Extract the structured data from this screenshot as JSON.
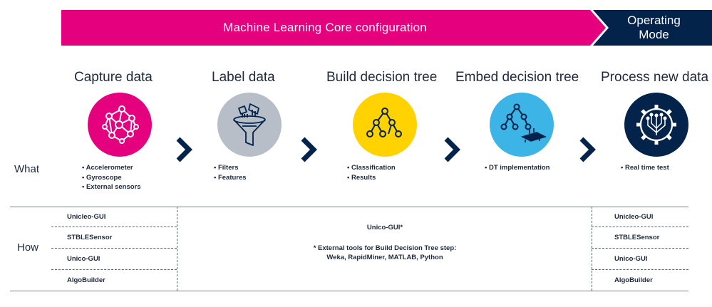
{
  "banner": {
    "configuration_label": "Machine Learning Core configuration",
    "mode_line1": "Operating",
    "mode_line2": "Mode",
    "config_color": "#e5007e",
    "mode_color": "#03234b"
  },
  "rows": {
    "what_label": "What",
    "how_label": "How"
  },
  "stages": [
    {
      "title": "Capture data",
      "icon": "network-nodes-icon",
      "color": "#e5007e",
      "bullets": [
        "Accelerometer",
        "Gyroscope",
        "External sensors"
      ]
    },
    {
      "title": "Label data",
      "icon": "filter-funnel-icon",
      "color": "#b8bec8",
      "bullets": [
        "Filters",
        "Features"
      ]
    },
    {
      "title": "Build decision tree",
      "icon": "decision-tree-icon",
      "color": "#ffd200",
      "bullets": [
        "Classification",
        "Results"
      ]
    },
    {
      "title": "Embed decision tree",
      "icon": "embedded-tree-chip-icon",
      "color": "#3cb4e6",
      "bullets": [
        "DT implementation"
      ]
    },
    {
      "title": "Process new data",
      "icon": "gear-circuit-icon",
      "color": "#03234b",
      "bullets": [
        "Real time test"
      ]
    }
  ],
  "how": {
    "left_tools": [
      "Unicleo-GUI",
      "STBLESensor",
      "Unico-GUI",
      "AlgoBuilder"
    ],
    "center_tool": "Unico-GUI*",
    "center_note_line1": "* External tools for Build Decision Tree step:",
    "center_note_line2": "Weka, RapidMiner, MATLAB, Python",
    "right_tools": [
      "Unicleo-GUI",
      "STBLESensor",
      "Unico-GUI",
      "AlgoBuilder"
    ]
  }
}
